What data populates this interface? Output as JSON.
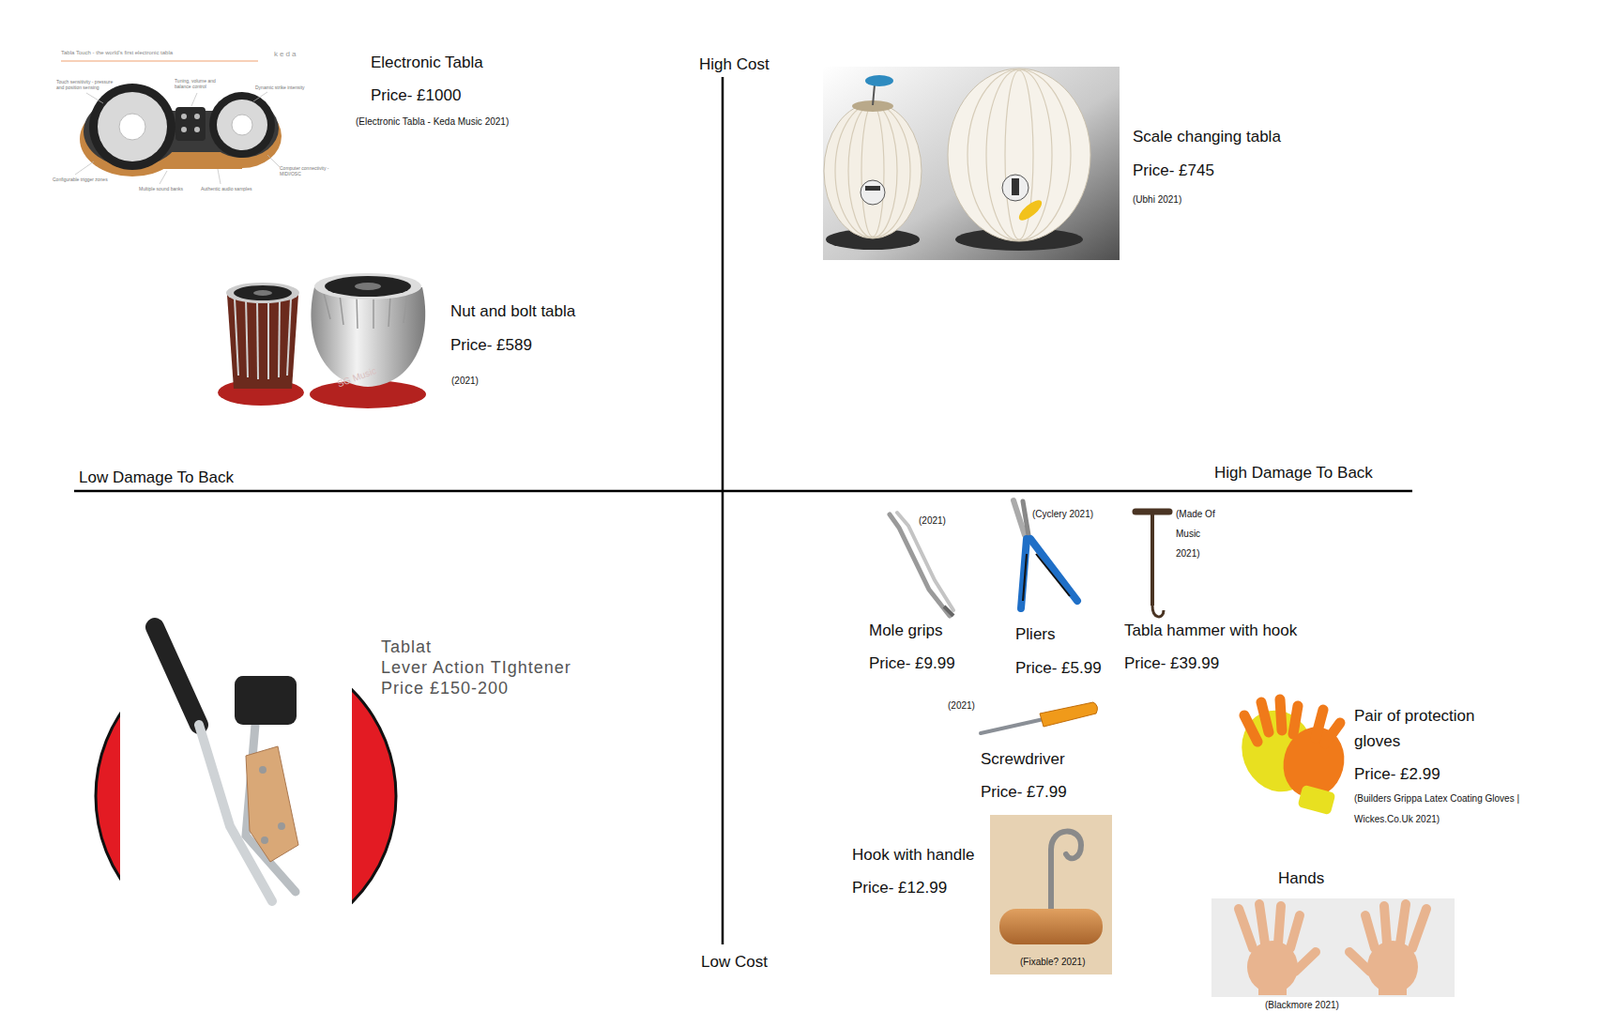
{
  "diagram": {
    "labels": [
      "Tabla Touch - the world's first electronic tabla",
      "keda",
      "Touch sensitivity - pressure and position sensing",
      "Tuning, volume and balance control",
      "Dynamic strike intensity",
      "Computer connectivity - MIDI/OSC",
      "Configurable trigger zones",
      "Multiple sound banks",
      "Authentic audio samples",
      "Electronic Tabla",
      "Price- £1000",
      "(Electronic Tabla - Keda Music 2021)",
      "High Cost",
      "Scale changing tabla",
      "Price- £745",
      "(Ubhi 2021)",
      "Nut and bolt tabla",
      "Price- £589",
      "(2021)",
      "SG Music",
      "Low Damage To Back",
      "High Damage To Back",
      "(2021)",
      "(Cyclery 2021)",
      "(Made Of Music 2021)",
      "Mole grips",
      "Price- £9.99",
      "Pliers",
      "Price- £5.99",
      "Tabla hammer with hook",
      "Price- £39.99",
      "Tablat",
      "Lever Action TIghtener",
      "Price £150-200",
      "(2021)",
      "Screwdriver",
      "Price- £7.99",
      "Pair of protection gloves",
      "Price- £2.99",
      "(Builders Grippa Latex Coating Gloves | Wickes.Co.Uk 2021)",
      "Hook with handle",
      "Price- £12.99",
      "(Fixable? 2021)",
      "Hands",
      "(Blackmore 2021)",
      "Low Cost"
    ]
  }
}
